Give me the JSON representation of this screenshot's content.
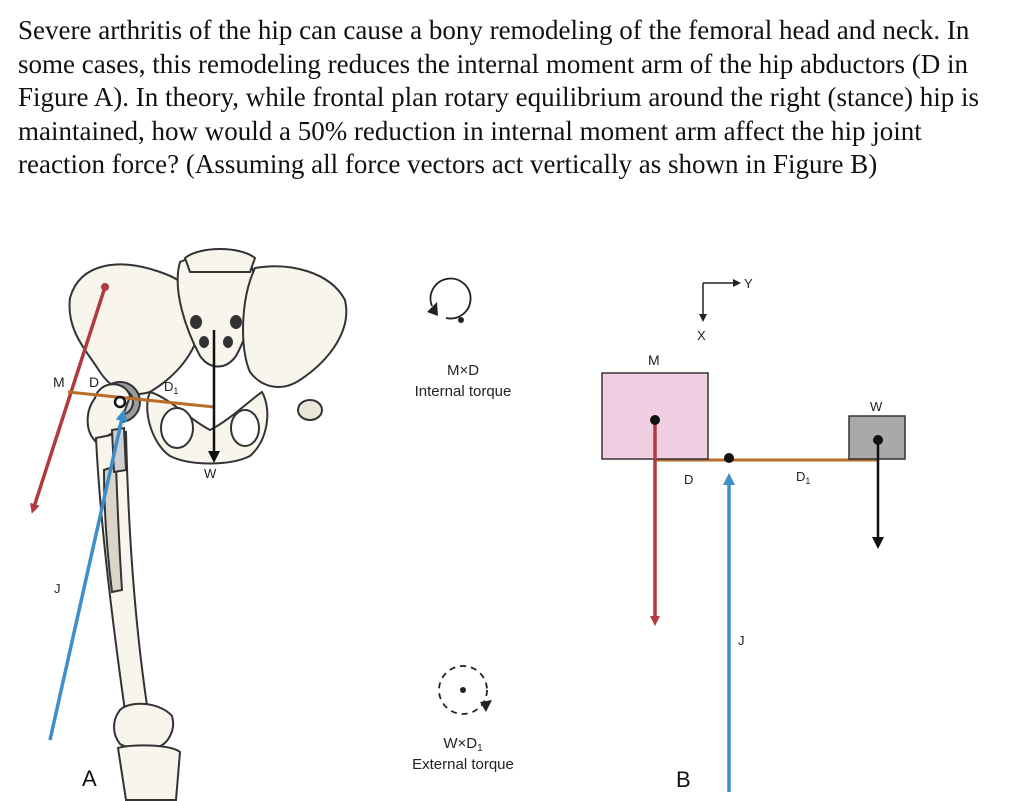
{
  "question": "Severe arthritis of the hip can cause a bony remodeling of the femoral head and neck. In some cases, this remodeling reduces the internal moment arm of the hip abductors (D in Figure A). In theory, while frontal plan rotary equilibrium around the right (stance) hip is maintained, how would a 50% reduction in internal moment arm affect the hip joint reaction force? (Assuming all force vectors act vertically as shown in Figure B)",
  "figure_a": {
    "label": "A",
    "labels": {
      "m": "M",
      "d": "D",
      "d1_main": "D",
      "d1_sub": "1",
      "w": "W",
      "j": "J"
    }
  },
  "middle": {
    "internal_formula": "M×D",
    "internal_caption": "Internal torque",
    "external_formula_main": "W×D",
    "external_formula_sub": "1",
    "external_caption": "External torque"
  },
  "figure_b": {
    "label": "B",
    "labels": {
      "m": "M",
      "w": "W",
      "d": "D",
      "d1_main": "D",
      "d1_sub": "1",
      "j": "J",
      "x": "X",
      "y": "Y"
    }
  },
  "colors": {
    "muscle_force": "#b03a3e",
    "joint_force": "#3d8ec9",
    "lever": "#b86e2a",
    "muscle_box": "#f0cfe2",
    "weight_box": "#a9a9a9"
  }
}
